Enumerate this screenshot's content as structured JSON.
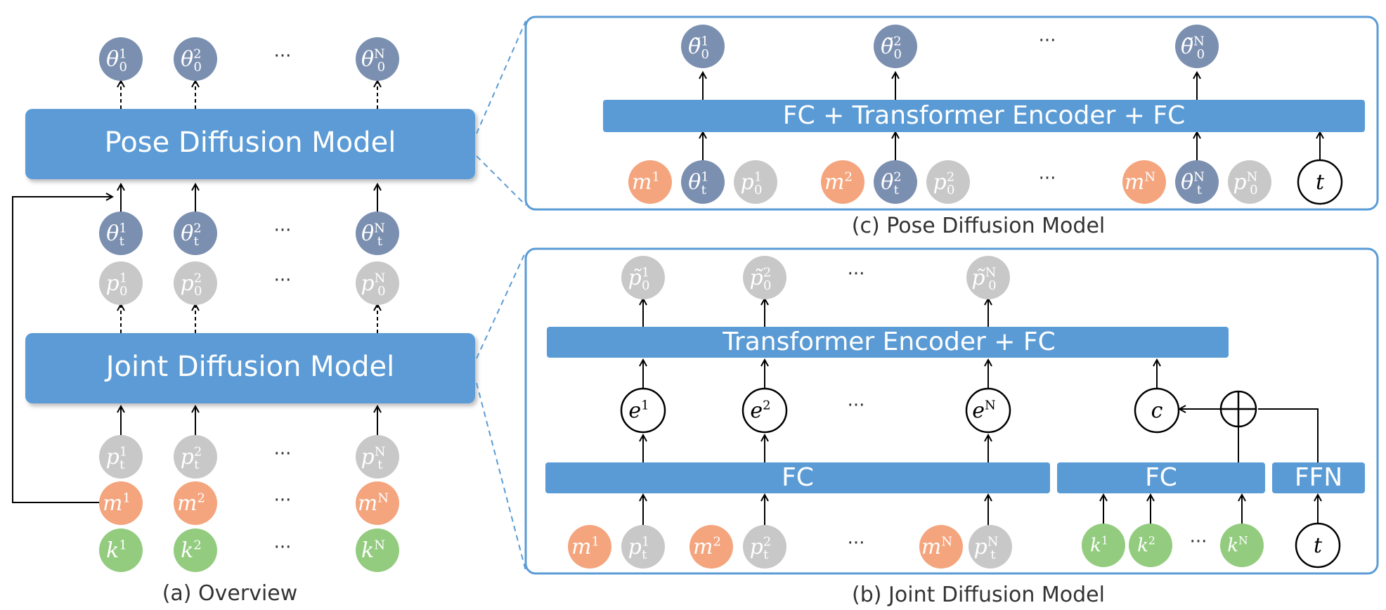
{
  "colors": {
    "block": "#5b9bd5",
    "theta_node": "#7b8fb0",
    "p_node": "#c8c8c8",
    "m_node": "#f4a57e",
    "k_node": "#93cc7f",
    "panel_border": "#5b9bd5"
  },
  "overview": {
    "caption": "(a) Overview",
    "pose_block": "Pose Diffusion Model",
    "joint_block": "Joint Diffusion Model",
    "ellipsis": "···",
    "theta0": [
      {
        "base": "θ",
        "sup": "1",
        "sub": "0"
      },
      {
        "base": "θ",
        "sup": "2",
        "sub": "0"
      },
      {
        "base": "θ",
        "sup": "N",
        "sub": "0"
      }
    ],
    "thetat": [
      {
        "base": "θ",
        "sup": "1",
        "sub": "t"
      },
      {
        "base": "θ",
        "sup": "2",
        "sub": "t"
      },
      {
        "base": "θ",
        "sup": "N",
        "sub": "t"
      }
    ],
    "p0": [
      {
        "base": "p",
        "sup": "1",
        "sub": "0"
      },
      {
        "base": "p",
        "sup": "2",
        "sub": "0"
      },
      {
        "base": "p",
        "sup": "N",
        "sub": "0"
      }
    ],
    "pt": [
      {
        "base": "p",
        "sup": "1",
        "sub": "t"
      },
      {
        "base": "p",
        "sup": "2",
        "sub": "t"
      },
      {
        "base": "p",
        "sup": "N",
        "sub": "t"
      }
    ],
    "m": [
      {
        "base": "m",
        "sup": "1"
      },
      {
        "base": "m",
        "sup": "2"
      },
      {
        "base": "m",
        "sup": "N"
      }
    ],
    "k": [
      {
        "base": "k",
        "sup": "1"
      },
      {
        "base": "k",
        "sup": "2"
      },
      {
        "base": "k",
        "sup": "N"
      }
    ]
  },
  "pose_panel": {
    "caption": "(c) Pose Diffusion Model",
    "block": "FC + Transformer Encoder + FC",
    "ellipsis": "···",
    "outputs": [
      {
        "base": "θ̃",
        "sup": "1",
        "sub": "0"
      },
      {
        "base": "θ̃",
        "sup": "2",
        "sub": "0"
      },
      {
        "base": "θ̃",
        "sup": "N",
        "sub": "0"
      }
    ],
    "m": [
      {
        "base": "m",
        "sup": "1"
      },
      {
        "base": "m",
        "sup": "2"
      },
      {
        "base": "m",
        "sup": "N"
      }
    ],
    "theta": [
      {
        "base": "θ",
        "sup": "1",
        "sub": "t"
      },
      {
        "base": "θ",
        "sup": "2",
        "sub": "t"
      },
      {
        "base": "θ",
        "sup": "N",
        "sub": "t"
      }
    ],
    "p": [
      {
        "base": "p",
        "sup": "1",
        "sub": "0"
      },
      {
        "base": "p",
        "sup": "2",
        "sub": "0"
      },
      {
        "base": "p",
        "sup": "N",
        "sub": "0"
      }
    ],
    "t": "t"
  },
  "joint_panel": {
    "caption": "(b) Joint Diffusion Model",
    "block_top": "Transformer Encoder + FC",
    "block_fc1": "FC",
    "block_fc2": "FC",
    "block_ffn": "FFN",
    "ellipsis": "···",
    "outputs": [
      {
        "base": "p̃",
        "sup": "1",
        "sub": "0"
      },
      {
        "base": "p̃",
        "sup": "2",
        "sub": "0"
      },
      {
        "base": "p̃",
        "sup": "N",
        "sub": "0"
      }
    ],
    "e": [
      {
        "base": "e",
        "sup": "1"
      },
      {
        "base": "e",
        "sup": "2"
      },
      {
        "base": "e",
        "sup": "N"
      }
    ],
    "c": "c",
    "m": [
      {
        "base": "m",
        "sup": "1"
      },
      {
        "base": "m",
        "sup": "2"
      },
      {
        "base": "m",
        "sup": "N"
      }
    ],
    "p": [
      {
        "base": "p",
        "sup": "1",
        "sub": "t"
      },
      {
        "base": "p",
        "sup": "2",
        "sub": "t"
      },
      {
        "base": "p",
        "sup": "N",
        "sub": "t"
      }
    ],
    "k": [
      {
        "base": "k",
        "sup": "1"
      },
      {
        "base": "k",
        "sup": "2"
      },
      {
        "base": "k",
        "sup": "N"
      }
    ],
    "t": "t"
  }
}
